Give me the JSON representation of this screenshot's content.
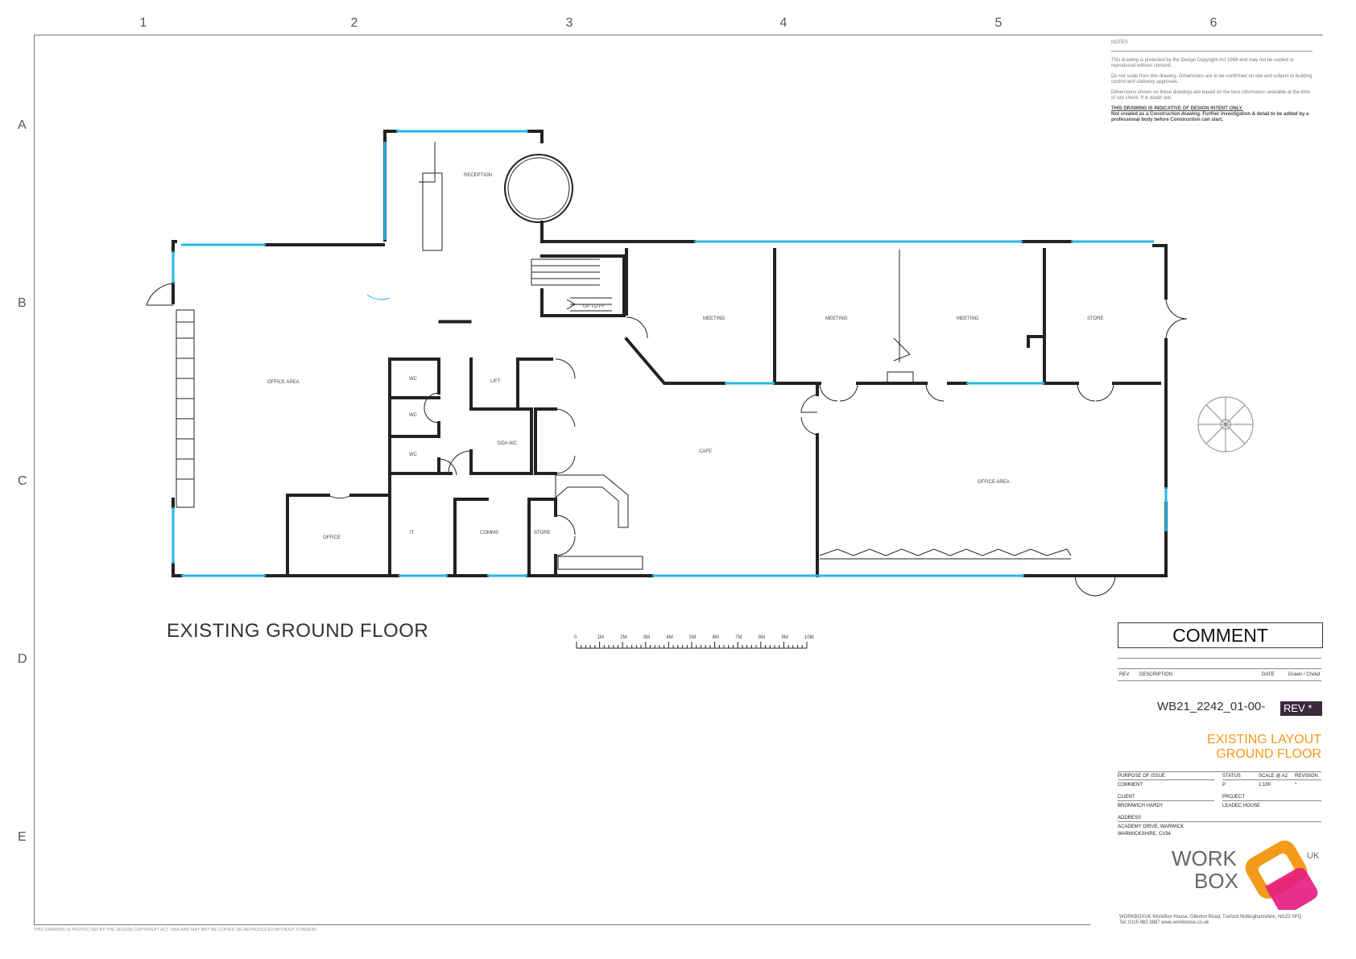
{
  "grid": {
    "columns": [
      "1",
      "2",
      "3",
      "4",
      "5",
      "6"
    ],
    "rows": [
      "A",
      "B",
      "C",
      "D",
      "E"
    ]
  },
  "notes": {
    "heading": "NOTES",
    "p1": "This drawing is protected by the Design Copyright Act 1968 and may not be copied or reproduced without consent.",
    "p2": "Do not scale from this drawing. Dimensions are to be confirmed on site and subject to building control and statutory approvals.",
    "p3": "Dimensions shown on these drawings are based on the best information available at the time of site check. If in doubt ask.",
    "warning_title": "THIS DRAWING IS INDICATIVE OF DESIGN INTENT ONLY.",
    "warning_body": "Not created as a Construction drawing. Further investigation & detail to be added by a professional body before Construction can start."
  },
  "rooms": {
    "reception": "RECEPTION",
    "up_to_ff": "UP TO FF",
    "office_area_left": "OFFICE AREA",
    "wc1": "WC",
    "wc2": "WC",
    "wc3": "WC",
    "lift": "LIFT",
    "dda_wc": "DDA WC",
    "office": "OFFICE",
    "it": "IT",
    "comms": "COMMS",
    "store_small": "STORE",
    "cafe": "CAFE",
    "meeting1": "MEETING",
    "meeting2": "MEETING",
    "meeting3": "MEETING",
    "store_right": "STORE",
    "office_area_right": "OFFICE AREA"
  },
  "plan_title": "EXISTING GROUND FLOOR",
  "scale_bar": {
    "labels": [
      "0",
      "1M",
      "2M",
      "3M",
      "4M",
      "5M",
      "6M",
      "7M",
      "8M",
      "9M",
      "10M"
    ]
  },
  "title_block": {
    "status_stamp": "COMMENT",
    "rev_header": "REV",
    "description_header": "DESCRIPTION",
    "date_header": "DATE",
    "drawn_header": "Drawn / Chckd",
    "drawing_number": "WB21_2242_01-00-",
    "revision_badge": "REV *",
    "drawing_title_line1": "EXISTING LAYOUT",
    "drawing_title_line2": "GROUND FLOOR",
    "purpose_label": "PURPOSE OF ISSUE",
    "purpose_value": "COMMENT",
    "status_label": "STATUS",
    "status_value": "P",
    "scale_label": "SCALE @ A2",
    "scale_value": "1:100",
    "revision_label": "REVISION",
    "revision_value": "*",
    "client_label": "CLIENT",
    "client_value": "BROMWICH HARDY",
    "project_label": "PROJECT",
    "project_value": "LEADEC HOUSE",
    "address_label": "ADDRESS",
    "address_line1": "ACADEMY DRIVE, WARWICK",
    "address_line2": "WARWICKSHIRE, CV34"
  },
  "logo": {
    "word1": "WORK",
    "word2": "BOX",
    "suffix": "UK",
    "accent_orange": "#f39a1a",
    "accent_pink": "#e6197f"
  },
  "footer": {
    "address": "WORKBOXUK WorkBox House, Ollerton Road, Tuxford Nottinghamshire, NG22 0PQ",
    "contact": "Tel: 0115 983 3887  www.workboxuk.co.uk",
    "copyright": "THIS DRAWING IS PROTECTED BY THE DESIGN COPYRIGHT ACT 1968 AND MAY NOT BE COPIED OR REPRODUCED WITHOUT CONSENT."
  },
  "colors": {
    "wall": "#222222",
    "glazing": "#29b6e6",
    "title_accent": "#f39a1a",
    "rev_badge_bg": "#3a2a3a"
  }
}
